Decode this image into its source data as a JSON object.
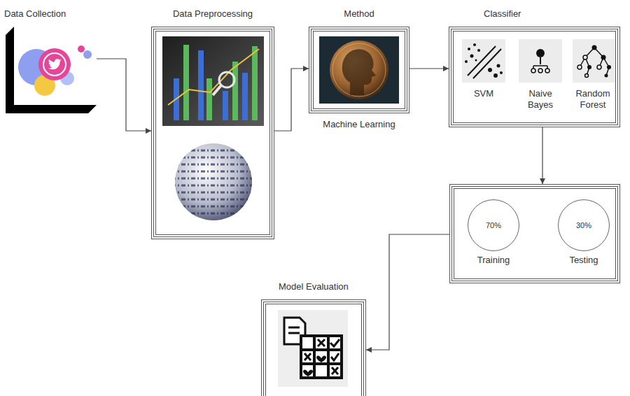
{
  "diagram": {
    "nodes": [
      {
        "text": [
          "Data Collection"
        ]
      },
      {
        "text": [
          "Data Preprocessing"
        ]
      },
      {
        "text": [
          "Method",
          "Machine Learning"
        ]
      },
      {
        "text": [
          "Classifier"
        ]
      },
      {
        "text": [
          "SVM"
        ],
        "in": 3
      },
      {
        "text": [
          "Naive Bayes"
        ],
        "in": 3
      },
      {
        "text": [
          "Random Forest"
        ],
        "in": 3
      },
      {
        "text": []
      },
      {
        "text": [
          "70%",
          "Training"
        ],
        "in": 7
      },
      {
        "text": [
          "30%",
          "Testing"
        ],
        "in": 7
      },
      {
        "text": [
          "Model Evaluation"
        ]
      }
    ],
    "edges": [
      {
        "from": 0,
        "to": 1,
        "arrow": "to"
      },
      {
        "from": 1,
        "to": 2,
        "arrow": "to"
      },
      {
        "from": 2,
        "to": 3,
        "arrow": "to"
      },
      {
        "from": 3,
        "to": 7,
        "arrow": "to"
      },
      {
        "from": 7,
        "to": 10,
        "arrow": "to"
      }
    ]
  }
}
